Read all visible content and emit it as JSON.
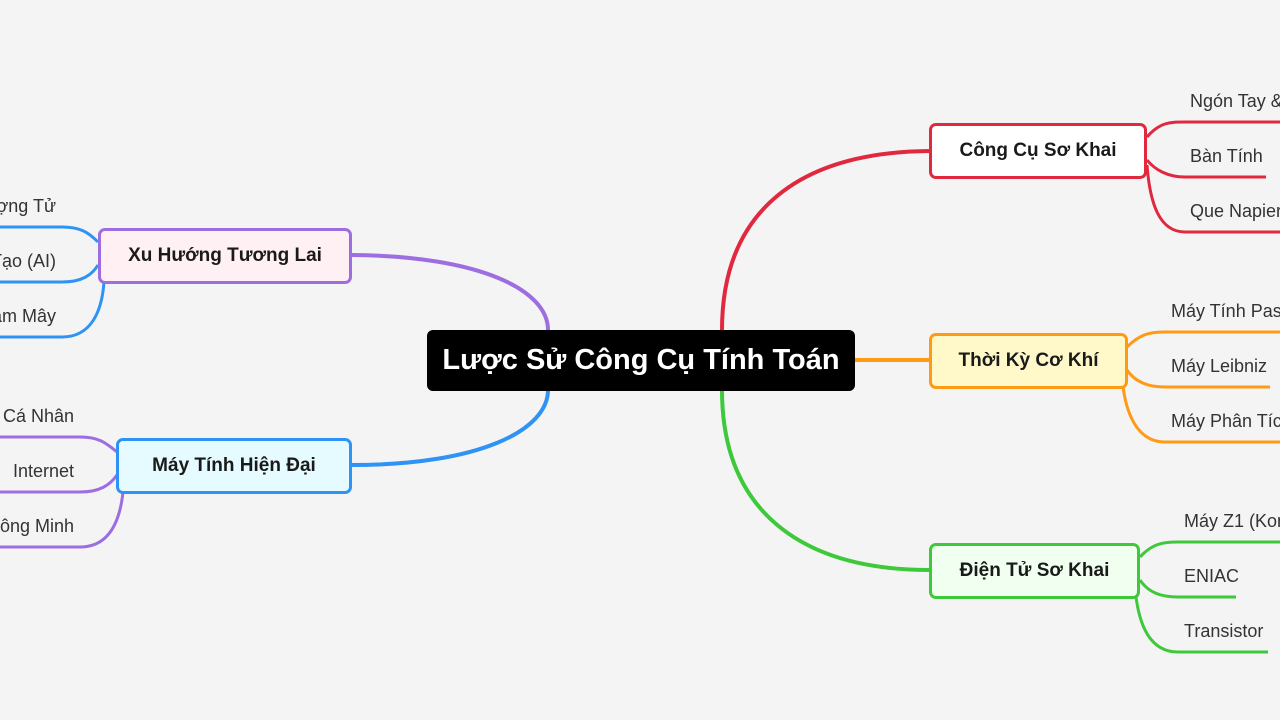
{
  "root": {
    "label": "Lược Sử Công Cụ Tính Toán"
  },
  "branches": {
    "early_tools": {
      "label": "Công Cụ Sơ Khai",
      "color": "#e0283e",
      "fill": "#ffffff",
      "children": [
        "Ngón Tay &",
        "Bàn Tính",
        "Que Napier"
      ]
    },
    "mechanical": {
      "label": "Thời Kỳ Cơ Khí",
      "color": "#ff9a14",
      "fill": "#fff8c8",
      "children": [
        "Máy Tính Pas",
        "Máy Leibniz",
        "Máy Phân Tíc"
      ]
    },
    "early_electronic": {
      "label": "Điện Tử Sơ Khai",
      "color": "#3ec93b",
      "fill": "#f0fff0",
      "children": [
        "Máy Z1 (Kon",
        "ENIAC",
        "Transistor"
      ]
    },
    "future": {
      "label": "Xu Hướng Tương Lai",
      "color": "#9c6ee0",
      "fill": "#fff0f4",
      "child_color": "#2e93f4",
      "children": [
        "ợng Tử",
        "Tạo (AI)",
        "ám Mây"
      ]
    },
    "modern": {
      "label": "Máy Tính Hiện Đại",
      "color": "#2e93f4",
      "fill": "#e6fbff",
      "child_color": "#9c6ee0",
      "children": [
        "Cá Nhân",
        "Internet",
        "ông Minh"
      ]
    }
  }
}
